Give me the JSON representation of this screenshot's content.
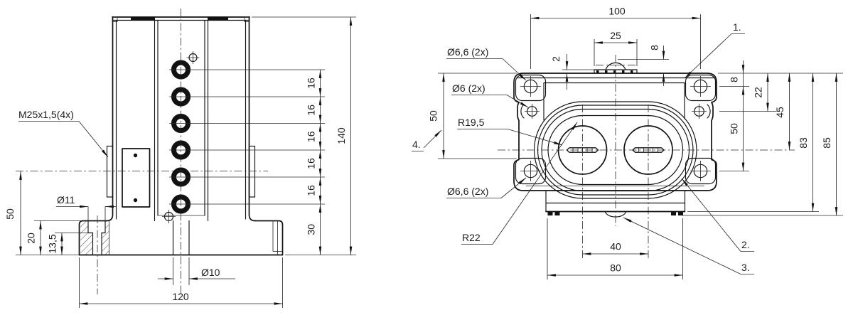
{
  "drawing": {
    "background": "#ffffff",
    "line_color": "#111111"
  },
  "front_view": {
    "thread_callout": "M25x1,5(4x)",
    "hole_pitch_dims": [
      "16",
      "16",
      "16",
      "16",
      "16"
    ],
    "dim_base_to_hole": "30",
    "dim_total_height": "140",
    "dim_port_height": "50",
    "dim_base_height": "20",
    "dim_counterbore_depth": "13,5",
    "dim_counterbore_dia": "Ø11",
    "dim_center_hole_dia": "Ø10",
    "dim_base_width": "120"
  },
  "top_view": {
    "dim_width": "100",
    "dim_plate_width": "25",
    "dim_dome_height": "8",
    "dim_plate_offset": "2",
    "callout_bolt_holes_top": "Ø6,6  (2x)",
    "callout_pilot_holes": "Ø6  (2x)",
    "callout_bore_radius": "R19,5",
    "callout_bolt_holes_bottom": "Ø6,6  (2x)",
    "callout_outer_radius": "R22",
    "dim_left_height": "50",
    "dim_hole_offset": "8",
    "dim_pilot_offset": "22",
    "dim_bore_axis": "45",
    "dim_hole_pitch": "50",
    "dim_body_height": "83",
    "dim_overall_height": "85",
    "dim_bore_spacing": "40",
    "dim_feet_span": "80",
    "note_1": "1.",
    "note_2": "2.",
    "note_3": "3.",
    "note_4": "4."
  }
}
